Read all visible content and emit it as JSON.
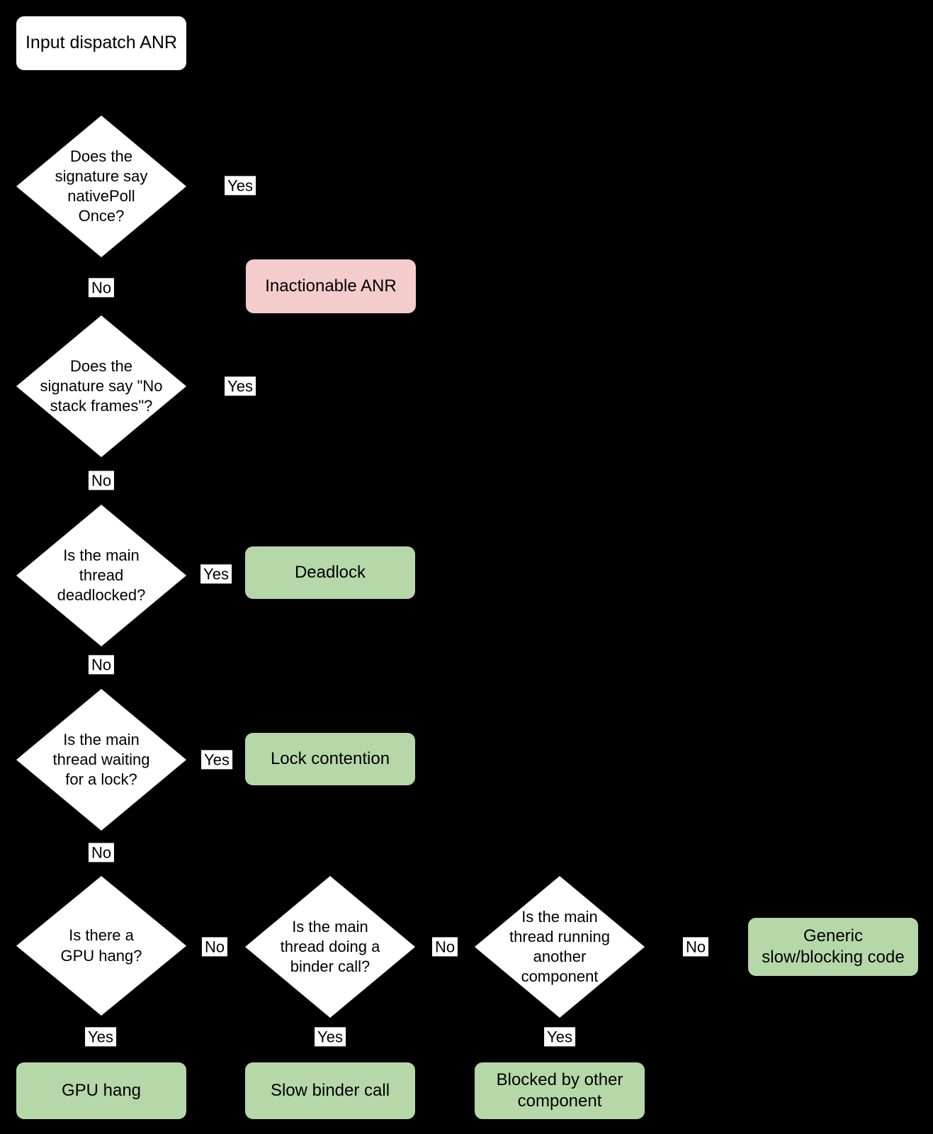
{
  "colors": {
    "background": "#000000",
    "decision_fill": "#ffffff",
    "outcome_positive_fill": "#b6d7a8",
    "outcome_negative_fill": "#f4cccc",
    "text": "#000000"
  },
  "labels": {
    "yes": "Yes",
    "no": "No"
  },
  "start": {
    "label": "Input dispatch ANR"
  },
  "decisions": {
    "native_poll": {
      "question": "Does the\nsignature say\nnativePoll\nOnce?"
    },
    "no_stack_frames": {
      "question": "Does the\nsignature say \"No\nstack frames\"?"
    },
    "deadlocked": {
      "question": "Is the main\nthread\ndeadlocked?"
    },
    "waiting_lock": {
      "question": "Is the main\nthread waiting\nfor a lock?"
    },
    "gpu_hang": {
      "question": "Is there a\nGPU hang?"
    },
    "binder_call": {
      "question": "Is the main\nthread doing a\nbinder call?"
    },
    "another_component": {
      "question": "Is the main\nthread running\nanother\ncomponent"
    }
  },
  "outcomes": {
    "inactionable": {
      "label": "Inactionable ANR",
      "kind": "negative"
    },
    "deadlock": {
      "label": "Deadlock",
      "kind": "positive"
    },
    "lock_contention": {
      "label": "Lock contention",
      "kind": "positive"
    },
    "generic_slow": {
      "label": "Generic\nslow/blocking code",
      "kind": "positive"
    },
    "gpu_hang": {
      "label": "GPU hang",
      "kind": "positive"
    },
    "slow_binder": {
      "label": "Slow binder call",
      "kind": "positive"
    },
    "blocked_other": {
      "label": "Blocked by other\ncomponent",
      "kind": "positive"
    }
  }
}
